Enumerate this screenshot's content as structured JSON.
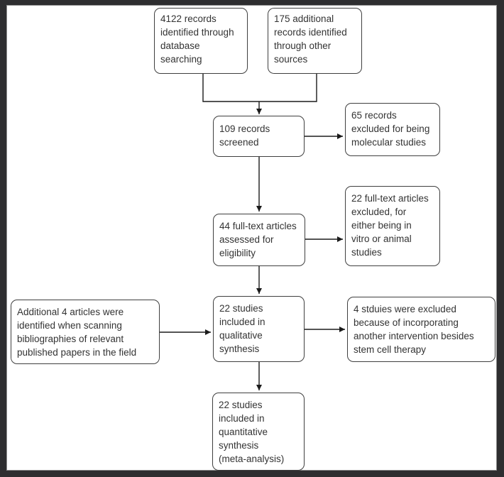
{
  "flowchart": {
    "boxes": {
      "db_search": {
        "text": "4122 records\nidentified through\ndatabase\nsearching"
      },
      "other_sources": {
        "text": "175 additional\nrecords identified\nthrough other\nsources"
      },
      "screened": {
        "text": "109 records\nscreened"
      },
      "excluded_molecular": {
        "text": "65 records\nexcluded for being\nmolecular studies"
      },
      "fulltext_assessed": {
        "text": "44 full-text articles\nassessed for\neligibility"
      },
      "fulltext_excluded": {
        "text": "22 full-text articles\nexcluded, for\neither being in\nvitro or animal\nstudies"
      },
      "additional_articles": {
        "text": "Additional 4 articles were\nidentified when scanning\nbibliographies of relevant\npublished papers in the field"
      },
      "qualitative": {
        "text": "22 studies\nincluded in\nqualitative\nsynthesis"
      },
      "excluded_intervention": {
        "text": "4 stduies were excluded\nbecause of incorporating\nanother intervention besides\nstem cell therapy"
      },
      "quantitative": {
        "text": "22 studies\nincluded in\nquantitative\nsynthesis\n(meta-analysis)"
      }
    },
    "colors": {
      "frame": "#2e2e30",
      "canvas": "#ffffff",
      "box_border": "#3f3f3f",
      "text": "#333333",
      "line": "#1b1b1b"
    }
  }
}
